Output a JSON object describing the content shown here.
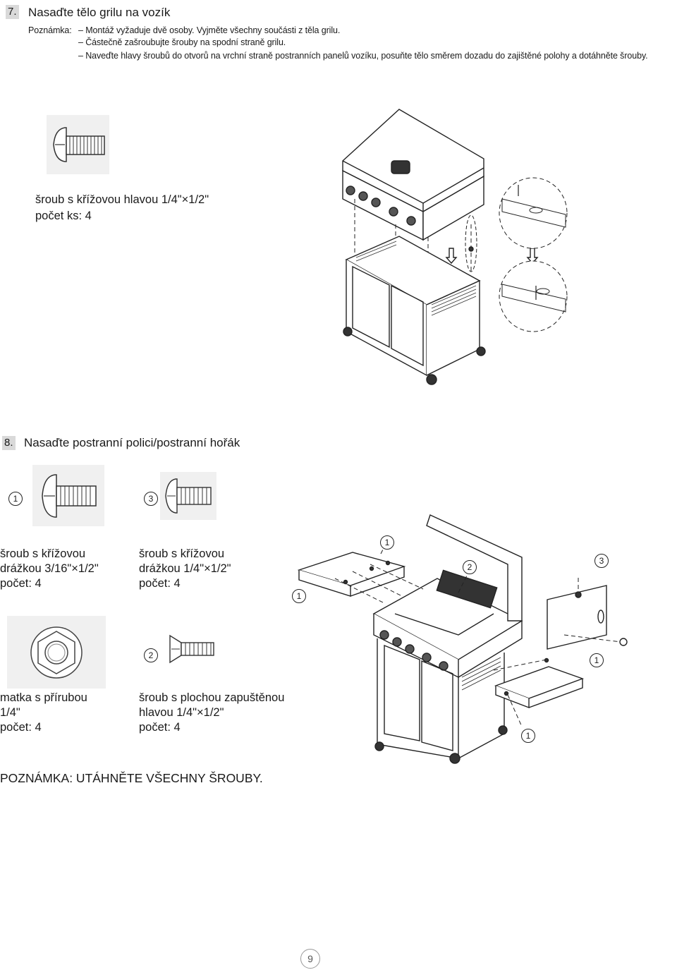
{
  "step7": {
    "number": "7.",
    "title": "Nasaďte tělo grilu na vozík",
    "note_label": "Poznámka:",
    "notes": [
      "– Montáž vyžaduje dvě osoby. Vyjměte všechny součásti z těla grilu.",
      "– Částečně zašroubujte šrouby na spodní straně grilu.",
      "– Naveďte hlavy šroubů do otvorů na vrchní straně postranních panelů vozíku, posuňte tělo směrem dozadu do zajištěné polohy a dotáhněte šrouby."
    ],
    "part": {
      "name": "šroub s křížovou hlavou 1/4\"×1/2\"",
      "count": "počet ks: 4"
    }
  },
  "step8": {
    "number": "8.",
    "title": "Nasaďte postranní polici/postranní hořák",
    "parts": [
      {
        "callout": "1",
        "lines": [
          "šroub s křížovou",
          "drážkou 3/16\"×1/2\"",
          "počet: 4"
        ]
      },
      {
        "callout": "3",
        "lines": [
          "šroub s křížovou",
          "drážkou 1/4\"×1/2\"",
          "počet: 4"
        ]
      },
      {
        "callout": "",
        "lines": [
          "matka s přírubou",
          "1/4\"",
          "počet: 4"
        ]
      },
      {
        "callout": "2",
        "lines": [
          "šroub s plochou zapuštěnou",
          "hlavou 1/4\"×1/2\"",
          "počet: 4"
        ]
      }
    ],
    "diagram_callouts": [
      "1",
      "1",
      "2",
      "3",
      "1",
      "1"
    ],
    "warning": "POZNÁMKA: UTÁHNĚTE VŠECHNY ŠROUBY."
  },
  "page_number": "9"
}
